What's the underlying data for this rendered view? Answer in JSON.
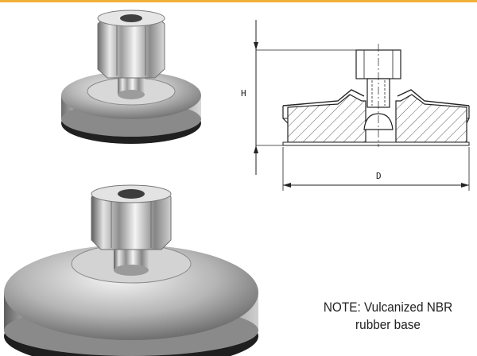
{
  "colors": {
    "accent_bar": "#f2b23a"
  },
  "drawing": {
    "height_label": "H",
    "diameter_label": "D"
  },
  "note": {
    "line1": "NOTE: Vulcanized NBR",
    "line2": "rubber base"
  }
}
